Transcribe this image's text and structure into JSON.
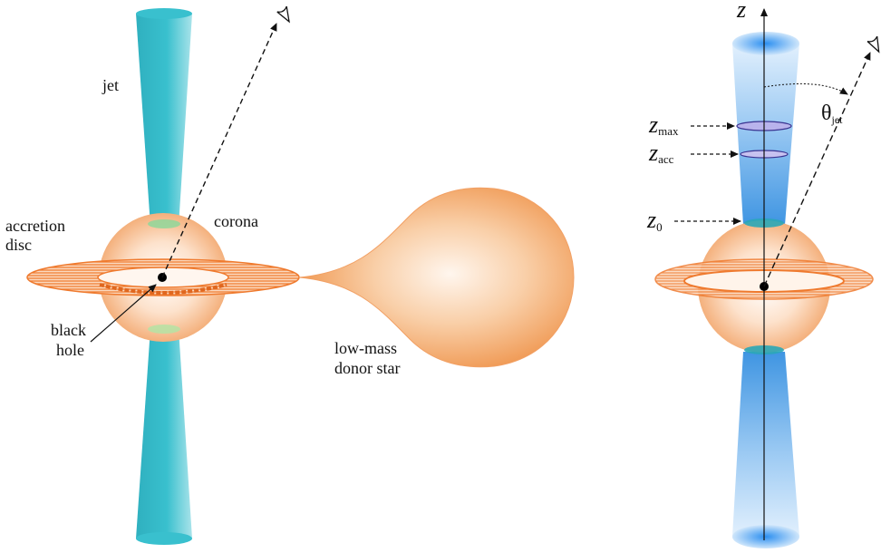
{
  "left_panel": {
    "labels": {
      "jet": "jet",
      "accretion_disc_line1": "accretion",
      "accretion_disc_line2": "disc",
      "corona": "corona",
      "black_hole_line1": "black",
      "black_hole_line2": "hole",
      "donor_line1": "low-mass",
      "donor_line2": "donor star"
    }
  },
  "right_panel": {
    "labels": {
      "z_axis": "z",
      "theta": "θ",
      "theta_sub": "jet",
      "z_max": "z",
      "z_max_sub": "max",
      "z_acc": "z",
      "z_acc_sub": "acc",
      "z_0": "z",
      "z_0_sub": "0"
    }
  },
  "colors": {
    "jet_teal": "#35b7c4",
    "jet_blue": "#3a8fe0",
    "corona": "#f6b987",
    "disc": "#ef7a2e",
    "donor": "#f3a86a",
    "ring": "#7a72c6"
  }
}
